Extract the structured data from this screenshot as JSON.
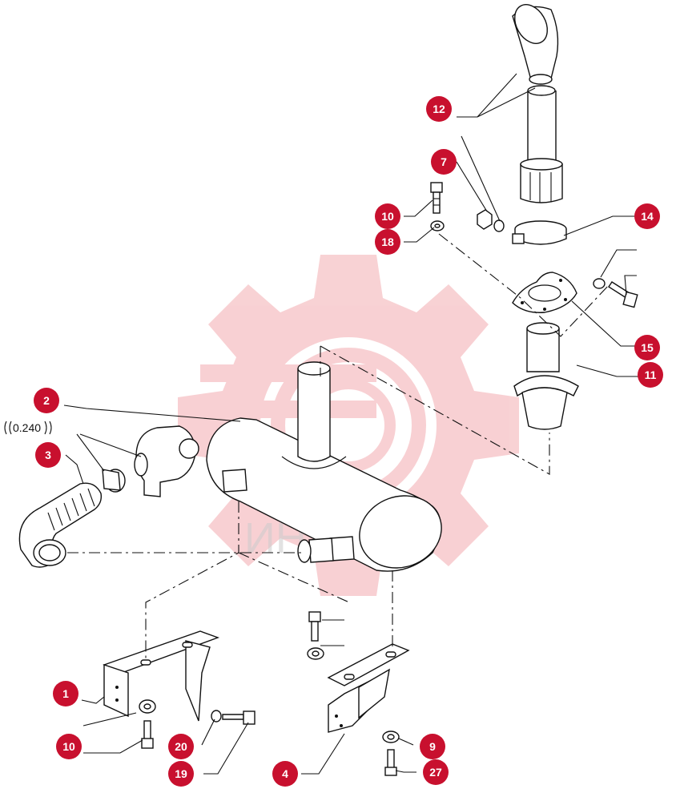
{
  "reference_code": "0.240",
  "watermark_text": "ИНТЕХ",
  "accent_color": "#c8102e",
  "callouts": [
    {
      "id": "c12",
      "label": "12"
    },
    {
      "id": "c7",
      "label": "7"
    },
    {
      "id": "c10a",
      "label": "10"
    },
    {
      "id": "c18",
      "label": "18"
    },
    {
      "id": "c14",
      "label": "14"
    },
    {
      "id": "c15",
      "label": "15"
    },
    {
      "id": "c11",
      "label": "11"
    },
    {
      "id": "c2",
      "label": "2"
    },
    {
      "id": "c3",
      "label": "3"
    },
    {
      "id": "c1",
      "label": "1"
    },
    {
      "id": "c10b",
      "label": "10"
    },
    {
      "id": "c20",
      "label": "20"
    },
    {
      "id": "c19",
      "label": "19"
    },
    {
      "id": "c4",
      "label": "4"
    },
    {
      "id": "c9",
      "label": "9"
    },
    {
      "id": "c27",
      "label": "27"
    }
  ]
}
